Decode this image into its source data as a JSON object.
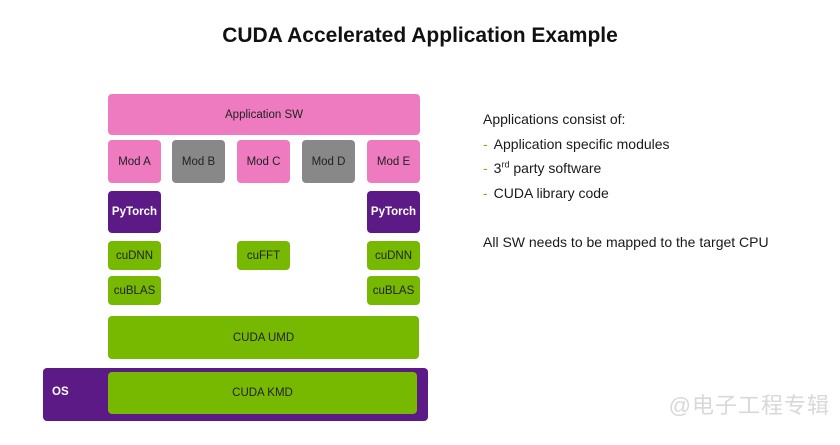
{
  "title": "CUDA Accelerated Application Example",
  "diagram": {
    "application_sw": "Application SW",
    "modules": [
      "Mod A",
      "Mod B",
      "Mod C",
      "Mod D",
      "Mod E"
    ],
    "module_colors": [
      "#ee7bbf",
      "#888888",
      "#ee7bbf",
      "#888888",
      "#ee7bbf"
    ],
    "pytorch_left": "PyTorch",
    "pytorch_right": "PyTorch",
    "cudnn_left": "cuDNN",
    "cufft": "cuFFT",
    "cudnn_right": "cuDNN",
    "cublas_left": "cuBLAS",
    "cublas_right": "cuBLAS",
    "cuda_umd": "CUDA UMD",
    "cuda_kmd": "CUDA KMD",
    "os": "OS"
  },
  "notes": {
    "heading": "Applications consist of:",
    "bullet_1": "Application specific modules",
    "bullet_2_prefix": "3",
    "bullet_2_sup": "rd",
    "bullet_2_suffix": " party software",
    "bullet_3": "CUDA library code",
    "bullet_dash": "-",
    "footer": "All SW needs to be mapped to the target CPU"
  },
  "watermark": "@电子工程专辑",
  "colors": {
    "pink": "#ee7bbf",
    "gray": "#888888",
    "purple": "#5c1a87",
    "green": "#76b900"
  }
}
